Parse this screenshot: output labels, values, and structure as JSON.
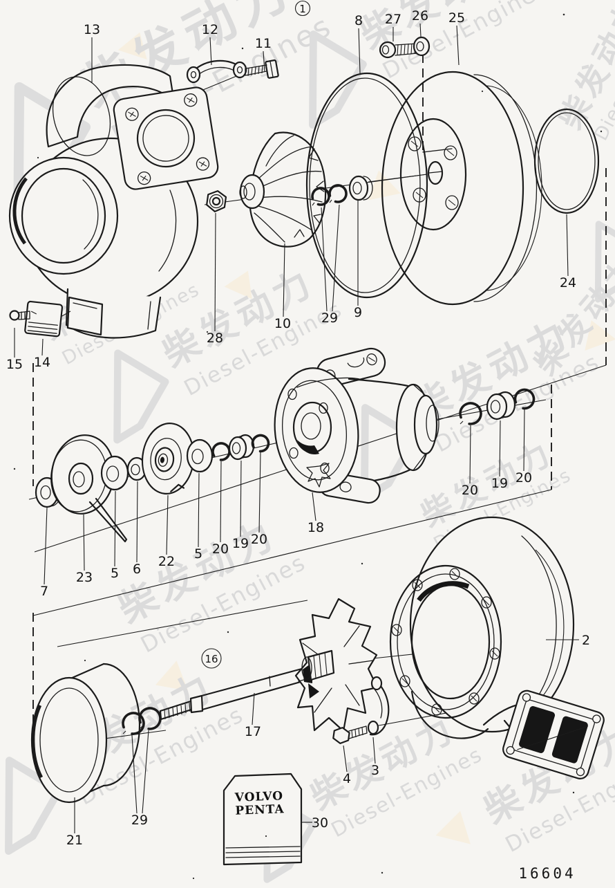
{
  "page": {
    "background": "#f6f5f2",
    "ink": "#1b1b1b",
    "drawing_number": "16604"
  },
  "watermark": {
    "cn": "柴发动力",
    "en": "Diesel-Engines",
    "text_color": "#dadada",
    "accent_color": "#f7efdf"
  },
  "brand_box": {
    "line1": "VOLVO",
    "line2": "PENTA"
  },
  "callouts": [
    {
      "label": "1",
      "circled": true
    },
    {
      "label": "13",
      "circled": false
    },
    {
      "label": "12",
      "circled": false
    },
    {
      "label": "11",
      "circled": false
    },
    {
      "label": "8",
      "circled": false
    },
    {
      "label": "27",
      "circled": false
    },
    {
      "label": "26",
      "circled": false
    },
    {
      "label": "25",
      "circled": false
    },
    {
      "label": "24",
      "circled": false
    },
    {
      "label": "28",
      "circled": false
    },
    {
      "label": "10",
      "circled": false
    },
    {
      "label": "29",
      "circled": false
    },
    {
      "label": "9",
      "circled": false
    },
    {
      "label": "15",
      "circled": false
    },
    {
      "label": "14",
      "circled": false
    },
    {
      "label": "7",
      "circled": false
    },
    {
      "label": "23",
      "circled": false
    },
    {
      "label": "5",
      "circled": false
    },
    {
      "label": "6",
      "circled": false
    },
    {
      "label": "22",
      "circled": false
    },
    {
      "label": "5",
      "circled": false
    },
    {
      "label": "20",
      "circled": false
    },
    {
      "label": "19",
      "circled": false
    },
    {
      "label": "20",
      "circled": false
    },
    {
      "label": "18",
      "circled": false
    },
    {
      "label": "20",
      "circled": false
    },
    {
      "label": "19",
      "circled": false
    },
    {
      "label": "20",
      "circled": false
    },
    {
      "label": "2",
      "circled": false
    },
    {
      "label": "16",
      "circled": true
    },
    {
      "label": "17",
      "circled": false
    },
    {
      "label": "21",
      "circled": false
    },
    {
      "label": "29",
      "circled": false
    },
    {
      "label": "4",
      "circled": false
    },
    {
      "label": "3",
      "circled": false
    },
    {
      "label": "30",
      "circled": false
    }
  ]
}
